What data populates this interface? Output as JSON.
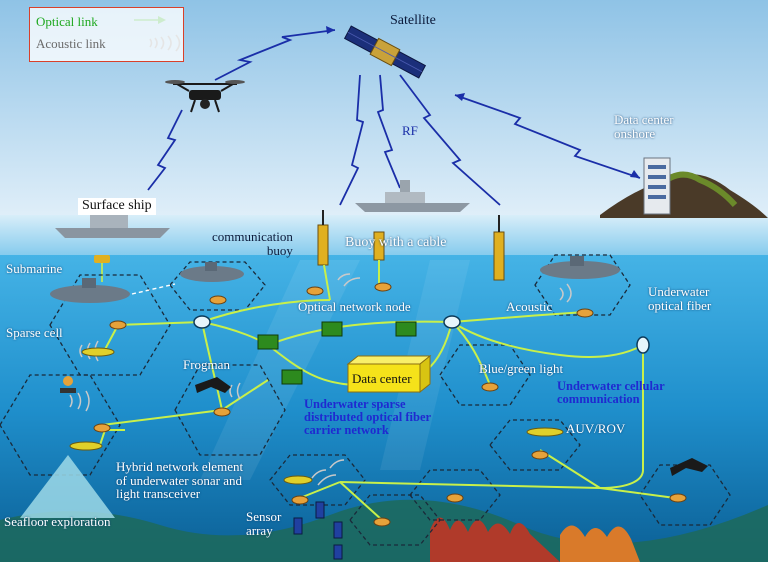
{
  "legend": {
    "optical_label": "Optical link",
    "acoustic_label": "Acoustic link",
    "optical_color": "#1ea81e",
    "acoustic_color": "#6a6a6a",
    "border_color": "#d9402a"
  },
  "labels": {
    "satellite": "Satellite",
    "rf": "RF",
    "data_center_onshore": [
      "Data center",
      "onshore"
    ],
    "surface_ship": "Surface ship",
    "communication_buoy": [
      "communication",
      "buoy"
    ],
    "buoy_with_cable": "Buoy with a cable",
    "submarine": "Submarine",
    "optical_network_node": "Optical network node",
    "acoustic": "Acoustic",
    "underwater_optical_fiber": [
      "Underwater",
      "optical fiber"
    ],
    "sparse_cell": "Sparse cell",
    "frogman": "Frogman",
    "data_center": "Data center",
    "blue_green_light": "Blue/green light",
    "underwater_cellular": [
      "Underwater cellular",
      "communication"
    ],
    "sparse_network": [
      "Underwater sparse",
      "distributed optical fiber",
      "carrier network"
    ],
    "auv_rov": "AUV/ROV",
    "hybrid_element": [
      "Hybrid network element",
      "of underwater sonar and",
      "light transceiver"
    ],
    "seafloor_exploration": "Seafloor exploration",
    "sensor_array": [
      "Sensor",
      "array"
    ]
  },
  "colors": {
    "sky_top": "#8fc3e6",
    "sky_bottom": "#e4f1fa",
    "water_top": "#3aa8df",
    "water_bottom": "#0a6fa8",
    "optical": "#c8f04a",
    "rf_link": "#1a2ea8",
    "node_fill": "#2d8a1e",
    "datacenter_fill": "#f5e21a",
    "label_blue": "#1f2ad0"
  }
}
